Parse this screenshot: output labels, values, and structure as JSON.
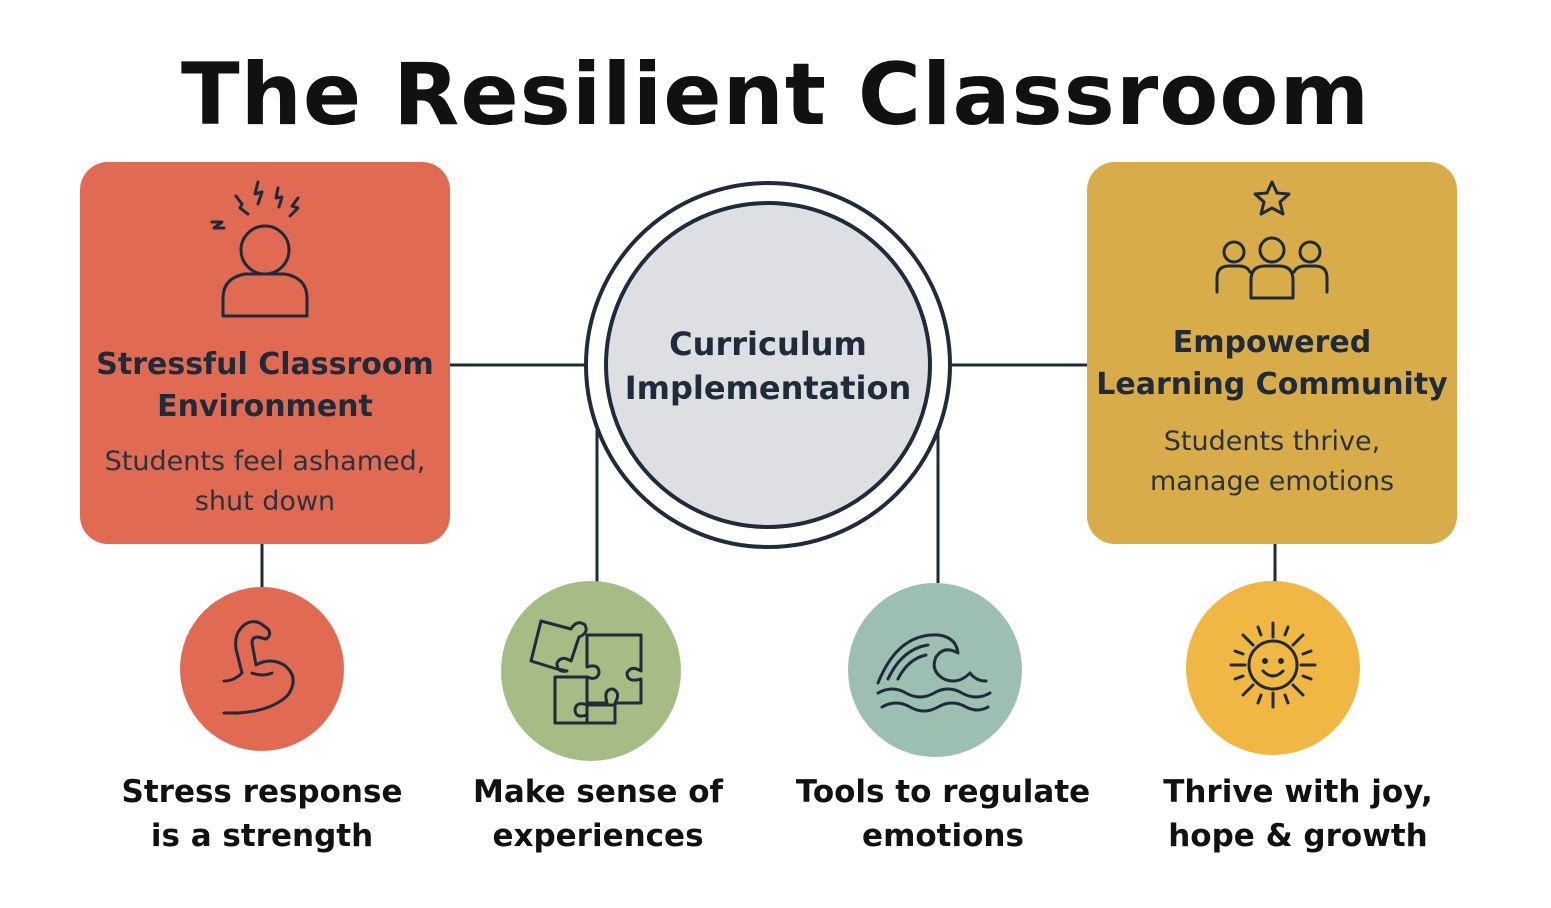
{
  "title": "The Resilient Classroom",
  "center": {
    "line1": "Curriculum",
    "line2": "Implementation"
  },
  "left_card": {
    "title_line1": "Stressful Classroom",
    "title_line2": "Environment",
    "desc_line1": "Students feel ashamed,",
    "desc_line2": "shut down",
    "icon": "stressed-person-icon",
    "color": "#E06B52"
  },
  "right_card": {
    "title_line1": "Empowered",
    "title_line2": "Learning Community",
    "desc_line1": "Students thrive,",
    "desc_line2": "manage emotions",
    "icon": "group-star-icon",
    "color": "#D9AC4A"
  },
  "steps": [
    {
      "line1": "Stress response",
      "line2": "is a strength",
      "icon": "flexed-arm-icon",
      "color": "#E06B52"
    },
    {
      "line1": "Make sense of",
      "line2": "experiences",
      "icon": "puzzle-icon",
      "color": "#A5BC84"
    },
    {
      "line1": "Tools to regulate",
      "line2": "emotions",
      "icon": "wave-icon",
      "color": "#9CBFB1"
    },
    {
      "line1": "Thrive with joy,",
      "line2": "hope & growth",
      "icon": "sun-icon",
      "color": "#F0B743"
    }
  ],
  "colors": {
    "line": "#1f2b3a",
    "center_fill": "#DEDFE2"
  }
}
